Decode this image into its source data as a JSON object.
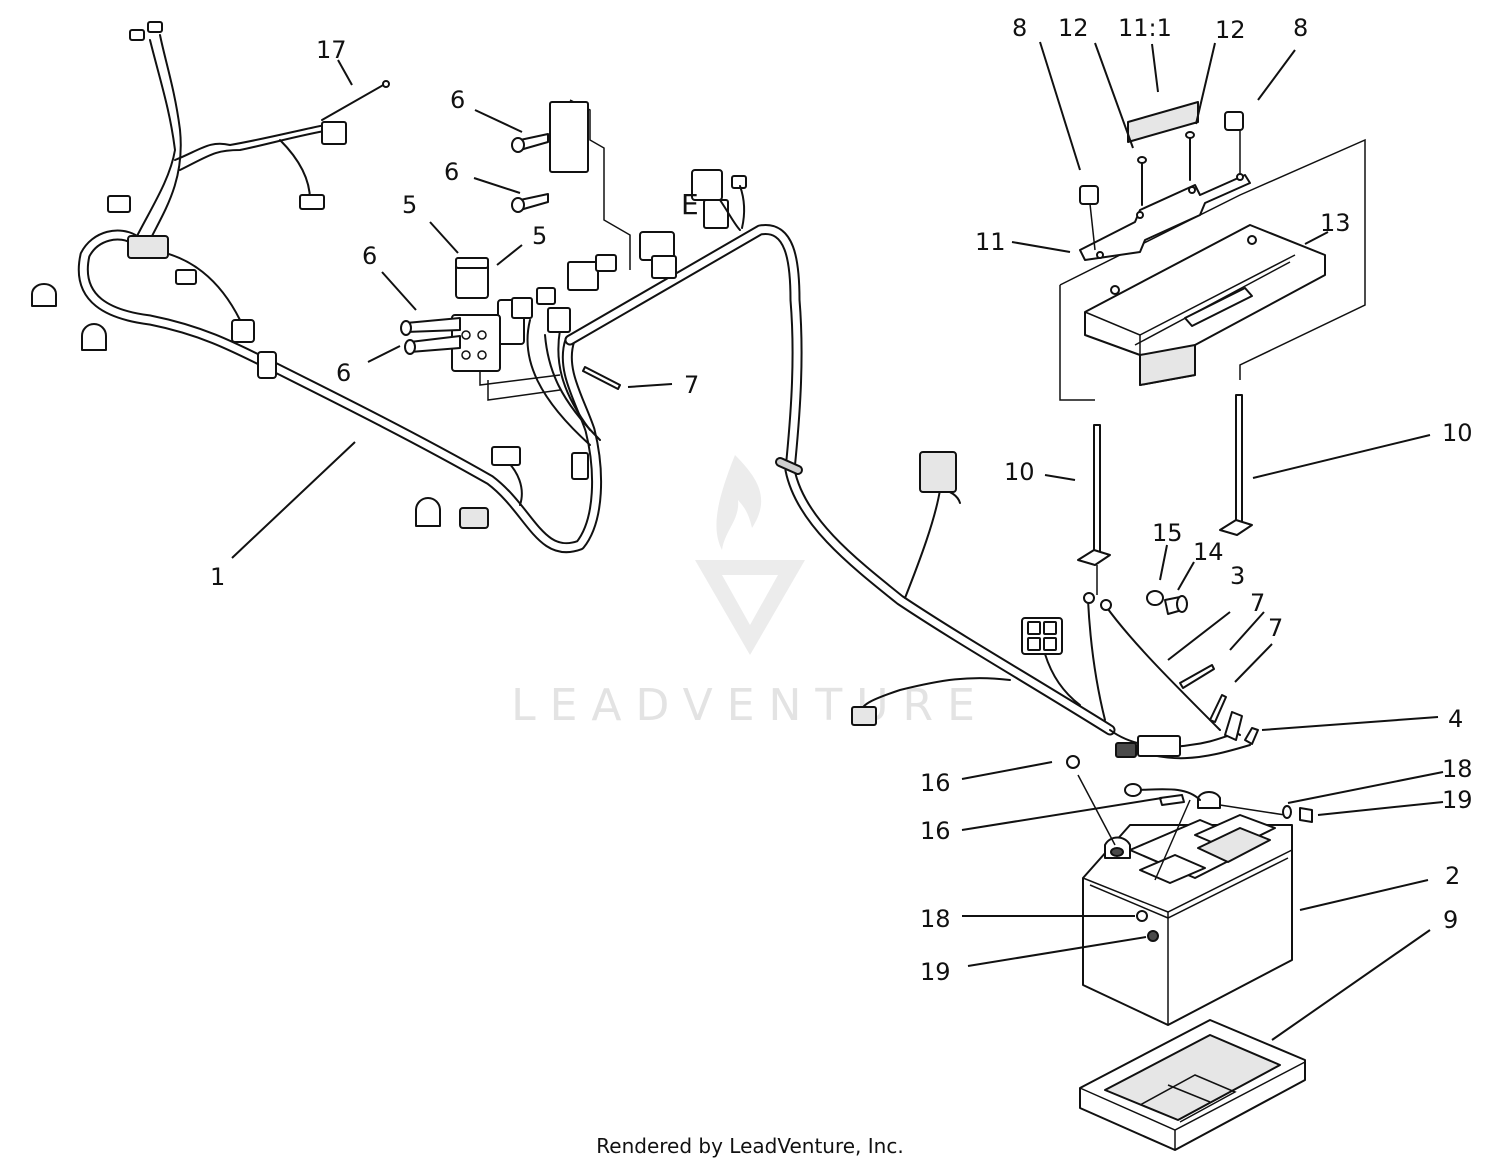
{
  "diagram": {
    "callouts": [
      {
        "label": "1"
      },
      {
        "label": "2"
      },
      {
        "label": "3"
      },
      {
        "label": "4"
      },
      {
        "label": "5"
      },
      {
        "label": "5"
      },
      {
        "label": "6"
      },
      {
        "label": "6"
      },
      {
        "label": "6"
      },
      {
        "label": "6"
      },
      {
        "label": "7"
      },
      {
        "label": "7"
      },
      {
        "label": "7"
      },
      {
        "label": "8"
      },
      {
        "label": "8"
      },
      {
        "label": "9"
      },
      {
        "label": "10"
      },
      {
        "label": "10"
      },
      {
        "label": "11"
      },
      {
        "label": "11:1"
      },
      {
        "label": "12"
      },
      {
        "label": "12"
      },
      {
        "label": "13"
      },
      {
        "label": "14"
      },
      {
        "label": "15"
      },
      {
        "label": "16"
      },
      {
        "label": "16"
      },
      {
        "label": "17"
      },
      {
        "label": "18"
      },
      {
        "label": "18"
      },
      {
        "label": "19"
      },
      {
        "label": "19"
      }
    ],
    "connector_letter": "E",
    "watermark_text": "LEADVENTURE",
    "footer_text": "Rendered by LeadVenture, Inc."
  }
}
